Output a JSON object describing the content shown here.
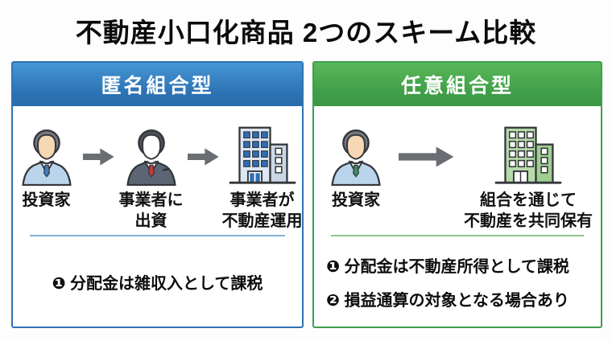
{
  "title": "不動産小口化商品 2つのスキーム比較",
  "colors": {
    "header_blue": "#2e77b8",
    "header_green": "#43a047",
    "panel_border_blue": "#2f72b5",
    "panel_border_green": "#3f9e4b",
    "divider_blue": "#82b4d8",
    "divider_green": "#8cc88f",
    "arrow_gray": "#6a6e72",
    "building_blue": "#dde7f2",
    "building_green": "#b6daa9"
  },
  "left_panel": {
    "header": "匿名組合型",
    "steps": [
      {
        "icon": "investor-person-icon",
        "label1": "投資家"
      },
      {
        "icon": "business-operator-person-icon",
        "label1": "事業者に",
        "label2": "出資"
      },
      {
        "icon": "office-building-icon",
        "label1": "事業者が",
        "label2": "不動産運用"
      }
    ],
    "notes": [
      "❶ 分配金は雑収入として課税"
    ]
  },
  "right_panel": {
    "header": "任意組合型",
    "steps": [
      {
        "icon": "investor-person-icon",
        "label1": "投資家"
      },
      {
        "icon": "office-building-icon",
        "label1": "組合を通じて",
        "label2": "不動産を共同保有"
      }
    ],
    "notes": [
      "❶ 分配金は不動産所得として課税",
      "❷ 損益通算の対象となる場合あり"
    ]
  }
}
